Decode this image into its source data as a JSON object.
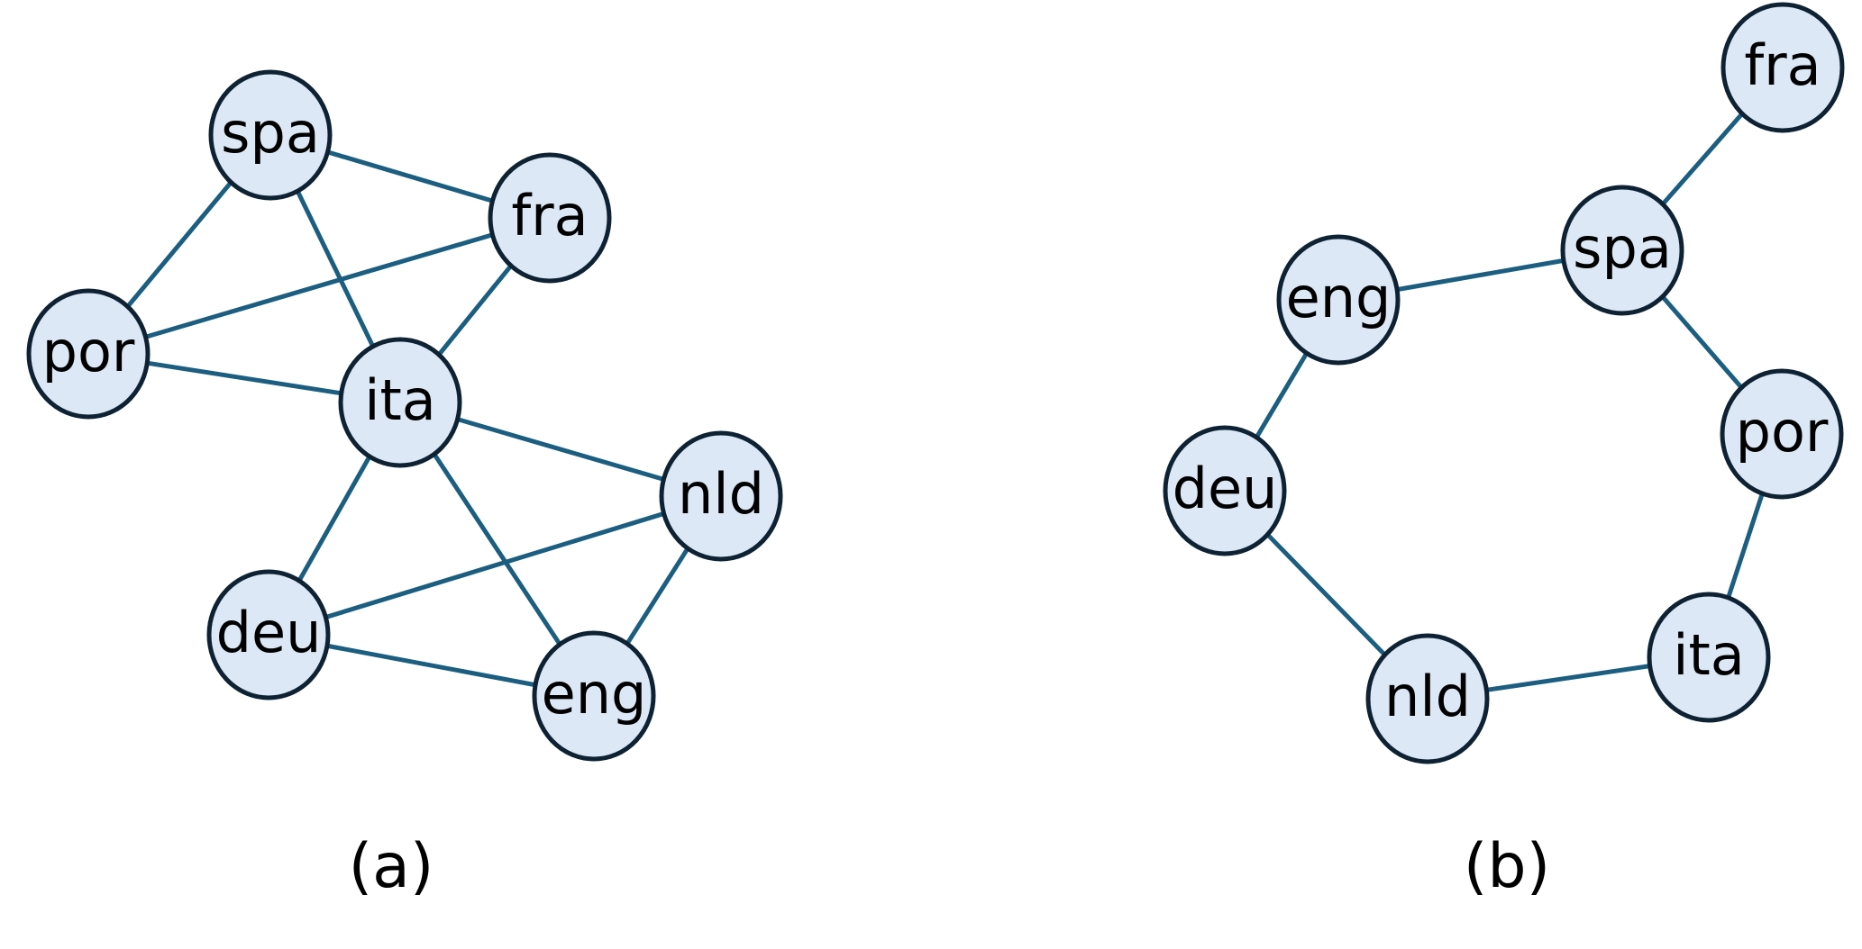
{
  "panels": [
    {
      "id": "a",
      "caption": "(a)",
      "nodes": [
        "spa",
        "fra",
        "por",
        "ita",
        "nld",
        "deu",
        "eng"
      ],
      "edges": [
        [
          "spa",
          "fra"
        ],
        [
          "spa",
          "por"
        ],
        [
          "spa",
          "ita"
        ],
        [
          "fra",
          "por"
        ],
        [
          "fra",
          "ita"
        ],
        [
          "por",
          "ita"
        ],
        [
          "ita",
          "nld"
        ],
        [
          "ita",
          "deu"
        ],
        [
          "ita",
          "eng"
        ],
        [
          "nld",
          "deu"
        ],
        [
          "nld",
          "eng"
        ],
        [
          "deu",
          "eng"
        ]
      ]
    },
    {
      "id": "b",
      "caption": "(b)",
      "nodes": [
        "fra",
        "spa",
        "eng",
        "por",
        "deu",
        "ita",
        "nld"
      ],
      "edges": [
        [
          "fra",
          "spa"
        ],
        [
          "spa",
          "eng"
        ],
        [
          "spa",
          "por"
        ],
        [
          "eng",
          "deu"
        ],
        [
          "deu",
          "nld"
        ],
        [
          "nld",
          "ita"
        ],
        [
          "ita",
          "por"
        ]
      ]
    }
  ],
  "colors": {
    "edge": "#1b5e80",
    "node_fill": "#dce8f6",
    "node_stroke": "#0e2233"
  }
}
